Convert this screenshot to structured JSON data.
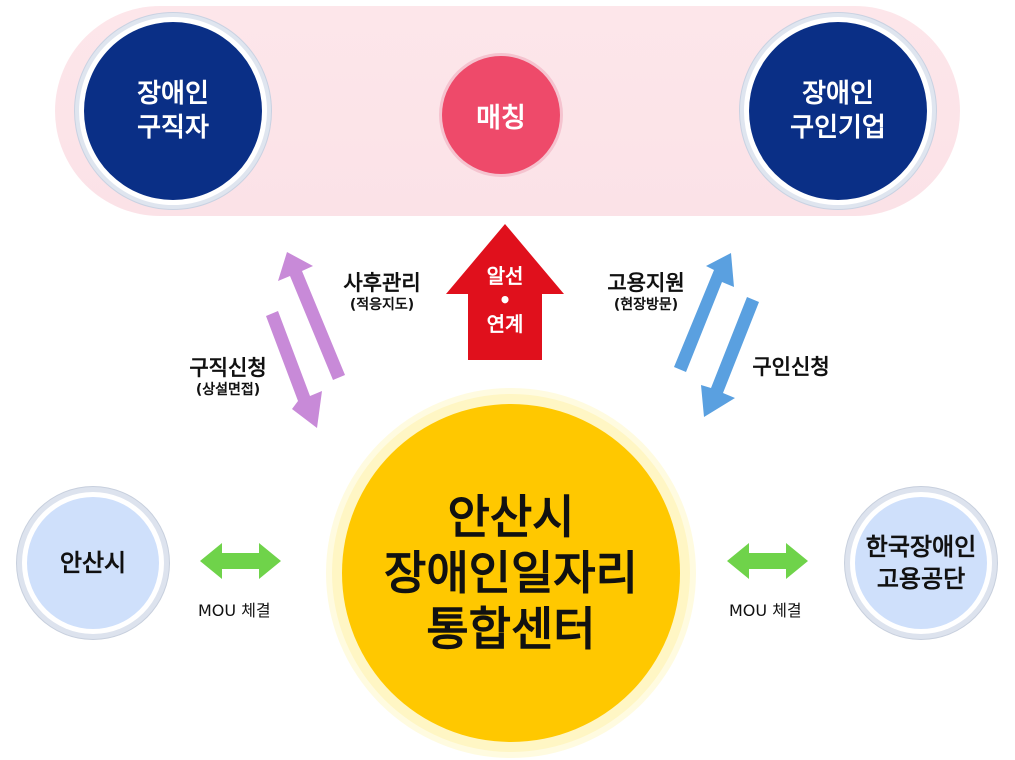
{
  "top_band": {
    "left_circle": {
      "line1": "장애인",
      "line2": "구직자"
    },
    "center_circle": {
      "label": "매칭"
    },
    "right_circle": {
      "line1": "장애인",
      "line2": "구인기업"
    }
  },
  "center_arrow": {
    "line1": "알선",
    "dot": "•",
    "line2": "연계"
  },
  "left_arrows": {
    "up_label": {
      "main": "사후관리",
      "sub": "(적응지도)"
    },
    "down_label": {
      "main": "구직신청",
      "sub": "(상설면접)"
    }
  },
  "right_arrows": {
    "up_label": {
      "main": "고용지원",
      "sub": "(현장방문)"
    },
    "down_label": {
      "main": "구인신청"
    }
  },
  "center_circle": {
    "line1": "안산시",
    "line2": "장애인일자리",
    "line3": "통합센터"
  },
  "left_partner": {
    "label": "안산시",
    "mou": "MOU 체결"
  },
  "right_partner": {
    "line1": "한국장애인",
    "line2": "고용공단",
    "mou": "MOU 체결"
  },
  "colors": {
    "navy": "#0a2f86",
    "pink": "#ee4a6a",
    "yellow": "#ffc800",
    "red_arrow": "#e0101c",
    "purple_arrow": "#c88ad8",
    "blue_arrow": "#5aa0e0",
    "green_arrow": "#6fd34a",
    "light_blue": "#cfe0fb"
  }
}
